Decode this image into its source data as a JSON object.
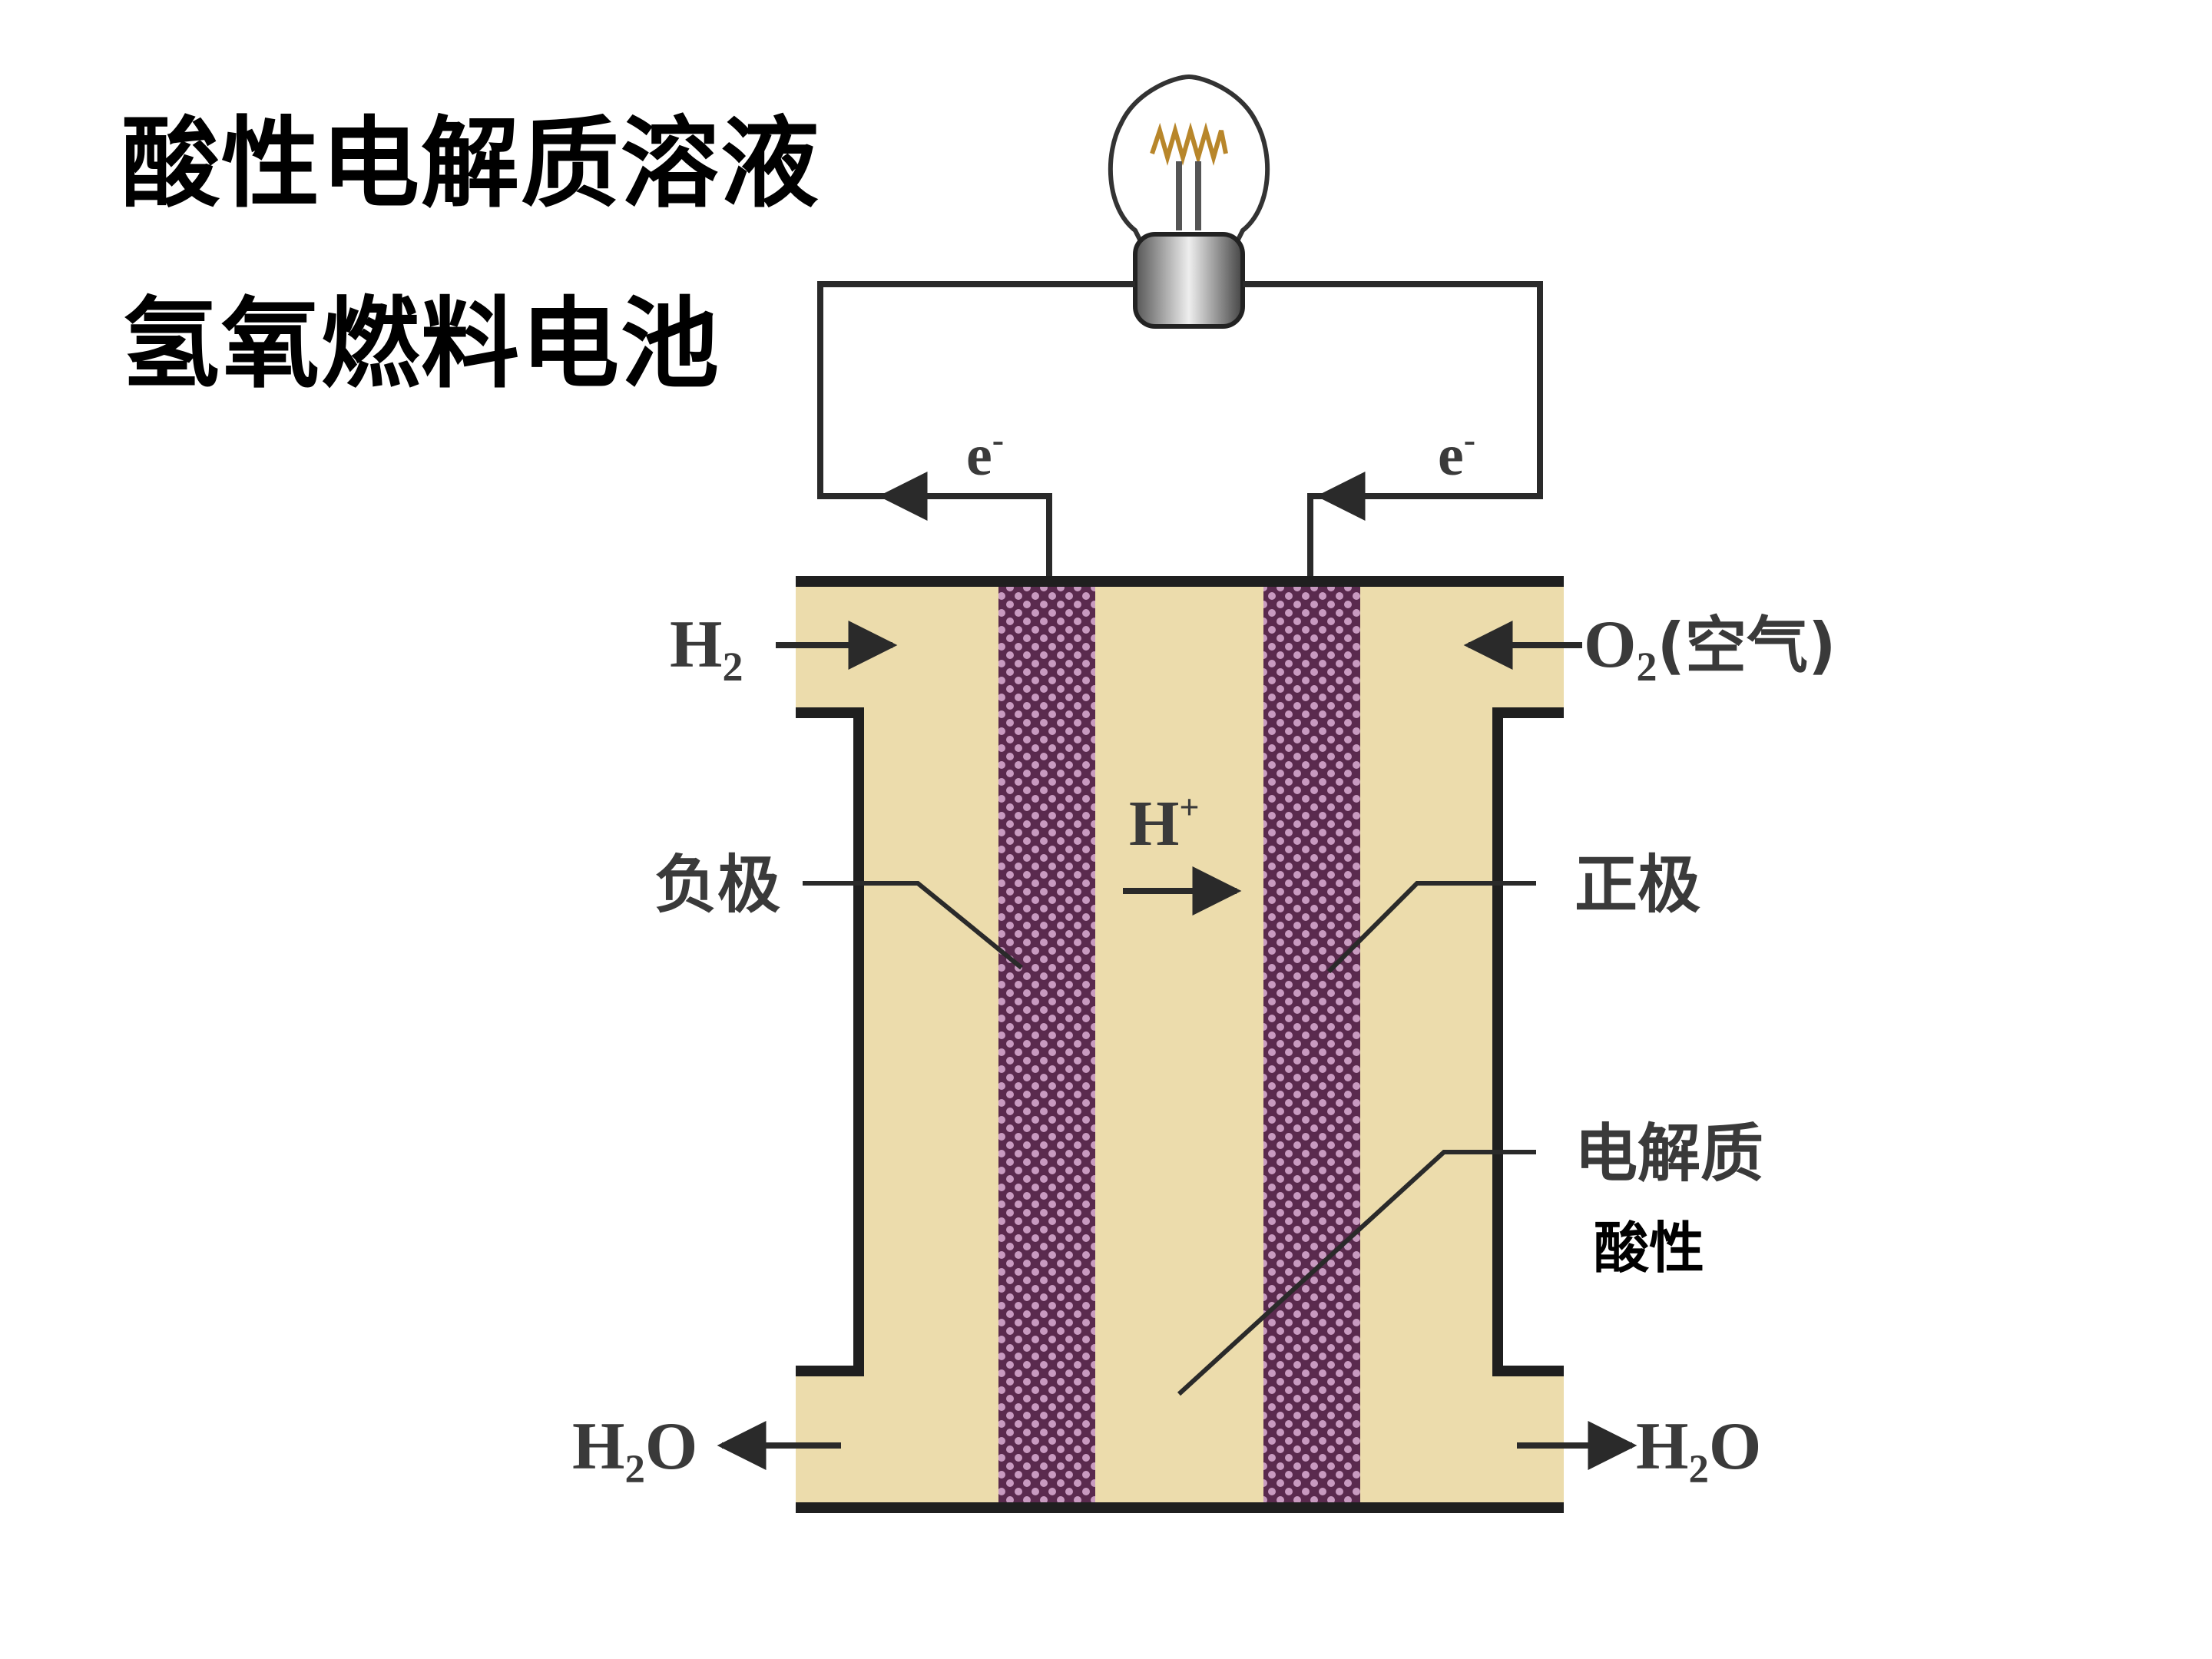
{
  "title": {
    "line1": "酸性电解质溶液",
    "line2": "氢氧燃料电池"
  },
  "diagram": {
    "electron_left": "e",
    "electron_right": "e",
    "electron_charge": "-",
    "h2_in": "H",
    "h2_sub": "2",
    "o2_in": "O",
    "o2_sub": "2",
    "o2_note": "(空气)",
    "proton": "H",
    "proton_charge": "+",
    "anode": "负极",
    "cathode": "正极",
    "electrolyte": "电解质",
    "electrolyte_note": "酸性",
    "water_out_left": "H₂O",
    "water_out_right": "H₂O"
  },
  "colors": {
    "cell_fill": "#ecdcac",
    "electrode_fill": "#5a2a4e",
    "electrode_dots": "#c89ac0",
    "wire": "#2a2a2a"
  },
  "icons": [
    "light-bulb-icon"
  ]
}
